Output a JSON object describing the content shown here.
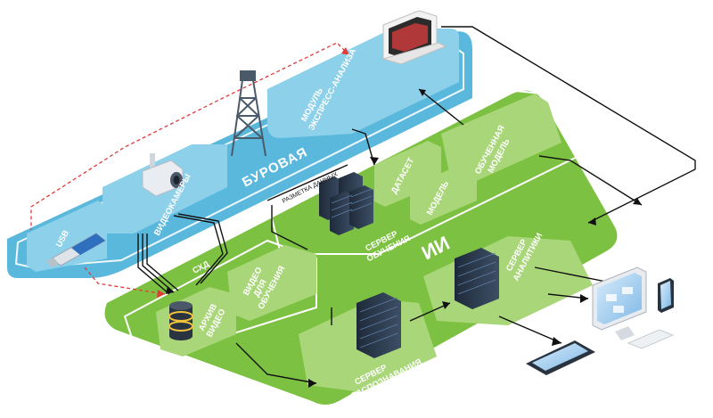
{
  "colors": {
    "blue_zone": "#5ab8dc",
    "blue_dark": "#2b9ccc",
    "blue_box": "#8cd0ea",
    "green_zone": "#7dc142",
    "green_dark": "#63a92c",
    "green_box": "#a9d679",
    "line_dark": "#111111",
    "line_red": "#e03a3a"
  },
  "labels": {
    "drilling": "БУРОВАЯ",
    "express_module_1": "МОДУЛЬ",
    "express_module_2": "ЭКСПРЕСС-АНАЛИЗА",
    "cameras": "ВИДЕОКАМЕРЫ",
    "usb": "USB",
    "storage": "СХД",
    "video_archive_1": "АРХИВ",
    "video_archive_2": "ВИДЕО",
    "training_video_1": "ВИДЕО",
    "training_video_2": "ДЛЯ",
    "training_video_3": "ОБУЧЕНИЯ",
    "data_markup": "РАЗМЕТКА ДАННЫХ",
    "dataset": "ДАТАСЕТ",
    "model": "МОДЕЛЬ",
    "trained_model_1": "ОБУЧЕННАЯ",
    "trained_model_2": "МОДЕЛЬ",
    "training_server_1": "СЕРВЕР",
    "training_server_2": "ОБУЧЕНИЯ",
    "ai": "ИИ",
    "analytics_server_1": "СЕРВЕР",
    "analytics_server_2": "АНАЛИТИКИ",
    "recognition_server_1": "СЕРВЕР",
    "recognition_server_2": "РАСПОЗНАВАНИЯ"
  },
  "icons": {
    "laptop": "laptop-icon",
    "drilling_rig": "drilling-rig-icon",
    "camera": "video-camera-icon",
    "usb": "usb-drive-icon",
    "database": "database-icon",
    "server_cluster": "server-cluster-icon",
    "server": "server-rack-icon",
    "monitor": "monitor-icon",
    "phone": "phone-icon",
    "tablet": "tablet-icon"
  }
}
